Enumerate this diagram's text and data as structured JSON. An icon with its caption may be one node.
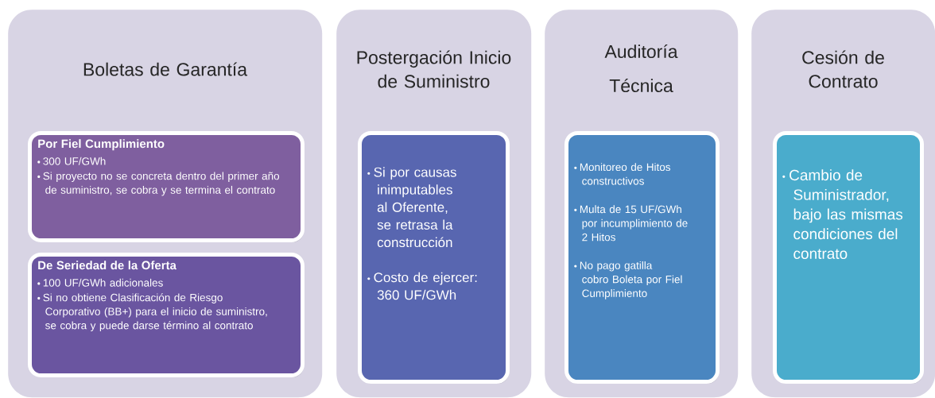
{
  "diagram": {
    "nodes": [
      {
        "text": [
          "Boletas de Garantía"
        ]
      },
      {
        "text": [
          "Por Fiel Cumplimiento",
          "300 UF/GWh",
          "Si proyecto no se concreta dentro del primer año de suministro, se cobra y se termina el contrato"
        ],
        "in": 0
      },
      {
        "text": [
          "De Seriedad de la Oferta",
          "100 UF/GWh adicionales",
          "Si no obtiene Clasificación de Riesgo Corporativo (BB+) para el inicio de suministro, se cobra y puede darse término al contrato"
        ],
        "in": 0
      },
      {
        "text": [
          "Postergación Inicio de Suministro"
        ]
      },
      {
        "text": [
          "Si por causas inimputables al Oferente, se retrasa la construcción",
          "Costo de ejercer: 360 UF/GWh"
        ],
        "in": 3
      },
      {
        "text": [
          "Auditoría Técnica"
        ]
      },
      {
        "text": [
          "Monitoreo de Hitos constructivos",
          "Multa de 15 UF/GWh por incumplimiento de 2 Hitos",
          "No pago gatilla cobro Boleta por Fiel Cumplimiento"
        ],
        "in": 5
      },
      {
        "text": [
          "Cesión de Contrato"
        ]
      },
      {
        "text": [
          "Cambio de Suministrador, bajo las mismas condiciones del contrato"
        ],
        "in": 7
      }
    ]
  }
}
